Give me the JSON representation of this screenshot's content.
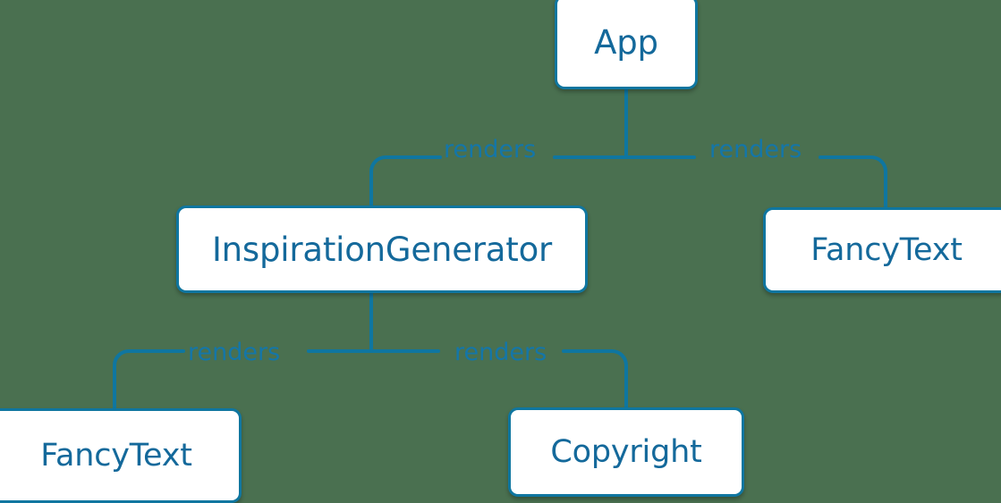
{
  "diagram": {
    "type": "component-tree",
    "background_color": "#4a7050",
    "node_fill": "#ffffff",
    "node_border_color": "#0f76a0",
    "label_color": "#14699b",
    "edge_color": "#0f76a0",
    "edge_label_color": "#1476a8",
    "nodes": [
      {
        "id": "app",
        "label": "App"
      },
      {
        "id": "inspgen",
        "label": "InspirationGenerator"
      },
      {
        "id": "fancy-right",
        "label": "FancyText"
      },
      {
        "id": "fancy-left",
        "label": "FancyText"
      },
      {
        "id": "copyright",
        "label": "Copyright"
      }
    ],
    "edges": [
      {
        "from": "app",
        "to": "inspgen",
        "label": "renders"
      },
      {
        "from": "app",
        "to": "fancy-right",
        "label": "renders"
      },
      {
        "from": "inspgen",
        "to": "fancy-left",
        "label": "renders"
      },
      {
        "from": "inspgen",
        "to": "copyright",
        "label": "renders"
      }
    ]
  }
}
